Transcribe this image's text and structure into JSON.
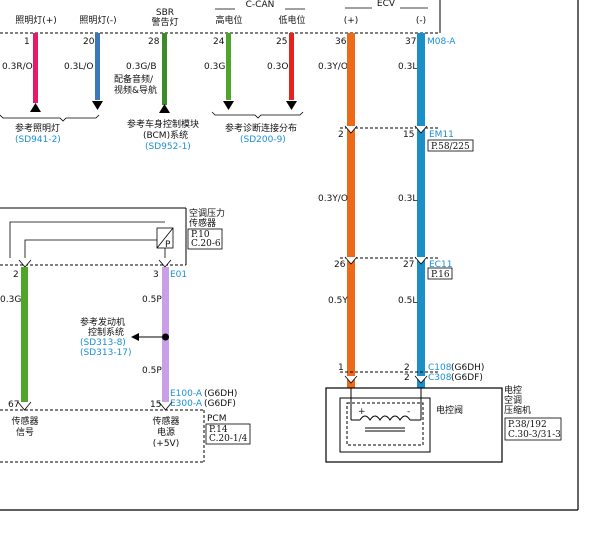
{
  "header": {
    "illum_pos": "照明灯(+)",
    "illum_neg": "照明灯(-)",
    "sbr_1": "SBR",
    "sbr_2": "警告灯",
    "ccan": "C-CAN",
    "can_high": "高电位",
    "can_low": "低电位",
    "ecv": "ECV",
    "ecv_pos": "(+)",
    "ecv_neg": "(-)"
  },
  "pins": {
    "p1": "1",
    "p20": "20",
    "p28": "28",
    "p24": "24",
    "p25": "25",
    "p36": "36",
    "p37": "37",
    "m08a": "M08-A",
    "p2a": "2",
    "p15a": "15",
    "em11": "EM11",
    "p26": "26",
    "p27": "27",
    "ec11": "EC11",
    "p1b": "1",
    "p2b": "2",
    "c108": "C108",
    "c308": "C308",
    "g6dh": "(G6DH)",
    "g6df": "(G6DF)",
    "s_p2": "2",
    "s_p3": "3",
    "e01": "E01",
    "p67": "67",
    "p15b": "15",
    "e100a": "E100-A",
    "e300a": "E300-A",
    "e_g6dh": "(G6DH)",
    "e_g6df": "(G6DF)"
  },
  "wires": {
    "w1": "0.3R/O",
    "w20": "0.3L/O",
    "w28": "0.3G/B",
    "w24": "0.3G",
    "w25": "0.3O",
    "w36": "0.3Y/O",
    "w37": "0.3L",
    "w_yo_mid": "0.3Y/O",
    "w_l_mid": "0.3L",
    "w_y": "0.5Y",
    "w_l": "0.5L",
    "w_g": "0.3G",
    "w_p1": "0.5P",
    "w_p2": "0.5P"
  },
  "refs": {
    "illum_ref": "参考照明灯",
    "illum_code": "(SD941-2)",
    "audio_1": "配备音频/",
    "audio_2": "视频&导航",
    "bcm_1": "参考车身控制模块",
    "bcm_2": "(BCM)系统",
    "bcm_code": "(SD952-1)",
    "diag_1": "参考诊断连接分布",
    "diag_code": "(SD200-9)",
    "eng_1": "参考发动机",
    "eng_2": "控制系统",
    "eng_code1": "(SD313-8)",
    "eng_code2": "(SD313-17)"
  },
  "boxes": {
    "em11_page": "P.58/225",
    "ec11_page": "P.16",
    "ac_sensor_1": "空调压力",
    "ac_sensor_2": "传感器",
    "ac_page1": "P.10",
    "ac_page2": "C.20-6",
    "sensor_p": "P",
    "pcm": "PCM",
    "pcm_page1": "P.14",
    "pcm_page2": "C.20-1/4",
    "sig_1": "传感器",
    "sig_2": "信号",
    "pwr_1": "传感器",
    "pwr_2": "电源",
    "pwr_3": "(+5V)",
    "valve": "电控阀",
    "comp_1": "电控",
    "comp_2": "空调",
    "comp_3": "压缩机",
    "comp_page1": "P.38/192",
    "comp_page2": "C.30-3/31-3"
  }
}
